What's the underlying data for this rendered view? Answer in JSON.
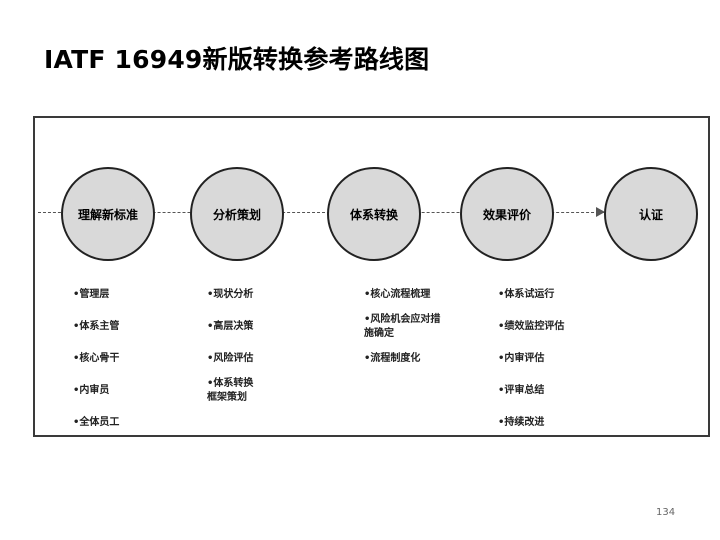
{
  "title": "IATF 16949新版转换参考路线图",
  "nodes": [
    "理解新标准",
    "分析策划",
    "体系转换",
    "效果评价",
    "认证"
  ],
  "lists": [
    [
      "•管理层",
      "•体系主管",
      "•核心骨干",
      "•内审员",
      "•全体员工"
    ],
    [
      "•现状分析",
      "•高层决策",
      "•风险评估",
      "•体系转换\n框架策划"
    ],
    [
      "•核心流程梳理",
      "•风险机会应对措\n施确定",
      "•流程制度化"
    ],
    [
      "•体系试运行",
      "•绩效监控评估",
      "•内审评估",
      "•评审总结",
      "•持续改进"
    ]
  ],
  "page_number": "134",
  "colors": {
    "node_fill": "#d9d9d9",
    "border": "#222222"
  }
}
